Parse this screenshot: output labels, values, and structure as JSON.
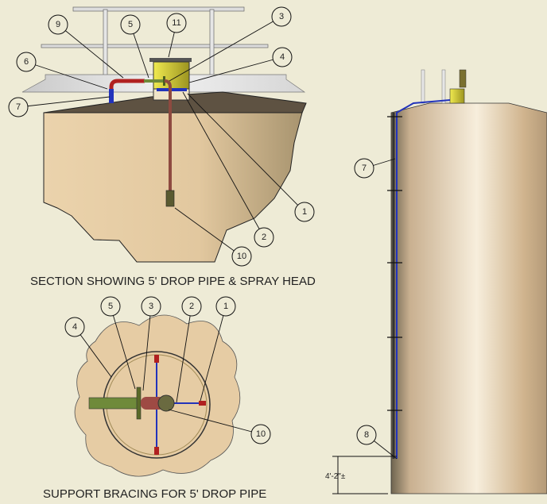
{
  "captions": {
    "section": "SECTION SHOWING 5' DROP PIPE & SPRAY HEAD",
    "plan": "SUPPORT BRACING FOR 5' DROP PIPE"
  },
  "section_callouts": [
    "9",
    "5",
    "11",
    "3",
    "4",
    "6",
    "7",
    "1",
    "2",
    "10"
  ],
  "plan_callouts": [
    "5",
    "3",
    "2",
    "1",
    "4",
    "10"
  ],
  "elevation_callouts": [
    "7",
    "8"
  ],
  "dimension": "4'-2\"±",
  "colors": {
    "background": "#EEEBD6",
    "tank": "#E6CCA4",
    "pipe_red": "#B02020",
    "pipe_blue": "#2233BB",
    "pipe_green": "#6F8A3A",
    "vessel_yellow": "#D8D030"
  }
}
